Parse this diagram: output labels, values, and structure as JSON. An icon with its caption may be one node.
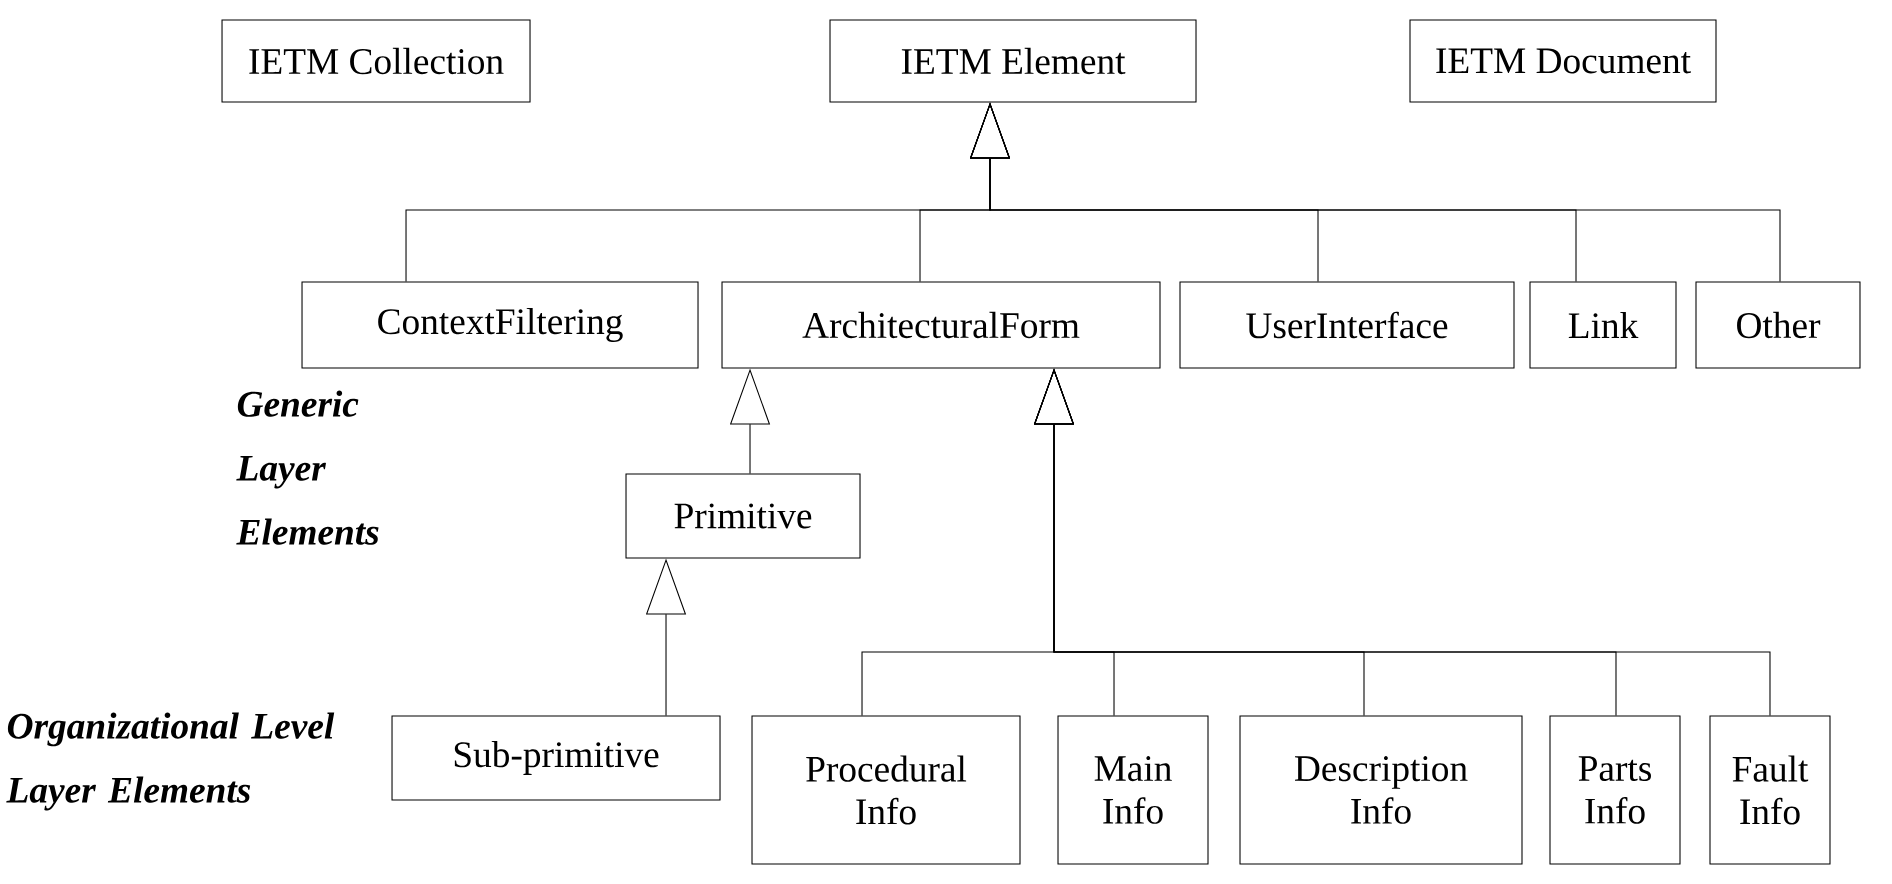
{
  "diagram": {
    "nodes": [
      {
        "text": [
          "IETM Collection"
        ]
      },
      {
        "text": [
          "IETM Element"
        ]
      },
      {
        "text": [
          "IETM Document"
        ]
      },
      {
        "text": [
          "ContextFiltering"
        ]
      },
      {
        "text": [
          "ArchitecturalForm"
        ]
      },
      {
        "text": [
          "UserInterface"
        ]
      },
      {
        "text": [
          "Link"
        ]
      },
      {
        "text": [
          "Other"
        ]
      },
      {
        "text": [
          "Primitive"
        ]
      },
      {
        "text": [
          "Sub-primitive"
        ]
      },
      {
        "text": [
          "Procedural Info"
        ]
      },
      {
        "text": [
          "Main Info"
        ]
      },
      {
        "text": [
          "Description Info"
        ]
      },
      {
        "text": [
          "Parts Info"
        ]
      },
      {
        "text": [
          "Fault Info"
        ]
      }
    ],
    "edges": [
      {
        "from": 3,
        "to": 1,
        "arrow": "to"
      },
      {
        "from": 4,
        "to": 1,
        "arrow": "to"
      },
      {
        "from": 5,
        "to": 1,
        "arrow": "to"
      },
      {
        "from": 6,
        "to": 1,
        "arrow": "to"
      },
      {
        "from": 7,
        "to": 1,
        "arrow": "to"
      },
      {
        "from": 8,
        "to": 4,
        "arrow": "to"
      },
      {
        "from": 9,
        "to": 8,
        "arrow": "to"
      },
      {
        "from": 10,
        "to": 4,
        "arrow": "to"
      },
      {
        "from": 11,
        "to": 4,
        "arrow": "to"
      },
      {
        "from": 12,
        "to": 4,
        "arrow": "to"
      },
      {
        "from": 13,
        "to": 4,
        "arrow": "to"
      },
      {
        "from": 14,
        "to": 4,
        "arrow": "to"
      }
    ],
    "labels": [
      "Generic Layer Elements",
      "Organizational Level Layer Elements"
    ]
  }
}
